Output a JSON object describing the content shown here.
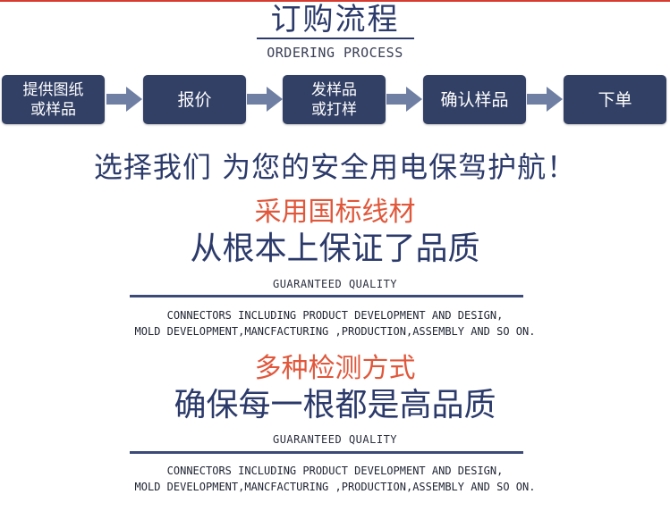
{
  "header": {
    "title_cn": "订购流程",
    "title_en": "ORDERING PROCESS"
  },
  "steps": [
    {
      "line1": "提供图纸",
      "line2": "或样品"
    },
    {
      "line1": "报价",
      "line2": ""
    },
    {
      "line1": "发样品",
      "line2": "或打样"
    },
    {
      "line1": "确认样品",
      "line2": ""
    },
    {
      "line1": "下单",
      "line2": ""
    }
  ],
  "slogan": "选择我们 为您的安全用电保驾护航！",
  "sections": [
    {
      "heading_red": "采用国标线材",
      "heading_blue": "从根本上保证了品质",
      "subtitle": "GUARANTEED QUALITY",
      "desc_line1": "CONNECTORS INCLUDING PRODUCT DEVELOPMENT AND DESIGN,",
      "desc_line2": "MOLD DEVELOPMENT,MANCFACTURING ,PRODUCTION,ASSEMBLY AND SO ON."
    },
    {
      "heading_red": "多种检测方式",
      "heading_blue": "确保每一根都是高品质",
      "subtitle": "GUARANTEED QUALITY",
      "desc_line1": "CONNECTORS INCLUDING PRODUCT DEVELOPMENT AND DESIGN,",
      "desc_line2": "MOLD DEVELOPMENT,MANCFACTURING ,PRODUCTION,ASSEMBLY AND SO ON."
    }
  ],
  "colors": {
    "navy": "#2b3a6a",
    "step_box": "#324066",
    "accent_red": "#e0573b",
    "arrow": "#6f7fa3"
  }
}
